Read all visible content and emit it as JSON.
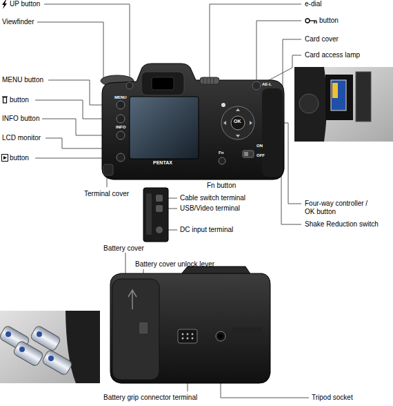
{
  "diagram": {
    "labels": [
      "UP button",
      "Viewfinder",
      "MENU button",
      "button",
      "INFO button",
      "LCD monitor",
      "button",
      "Terminal cover",
      "Fn button",
      "e-dial",
      "button",
      "Card cover",
      "Card access lamp",
      "Four-way controller / OK button",
      "Shake Reduction switch",
      "Cable switch terminal",
      "USB/Video terminal",
      "DC input terminal",
      "Battery cover",
      "Battery cover unlock lever",
      "Battery grip connector terminal",
      "Tripod socket",
      "MENU",
      "INFO",
      "Fn",
      "OK",
      "ON",
      "OFF",
      "AE-L",
      "PENTAX"
    ]
  }
}
